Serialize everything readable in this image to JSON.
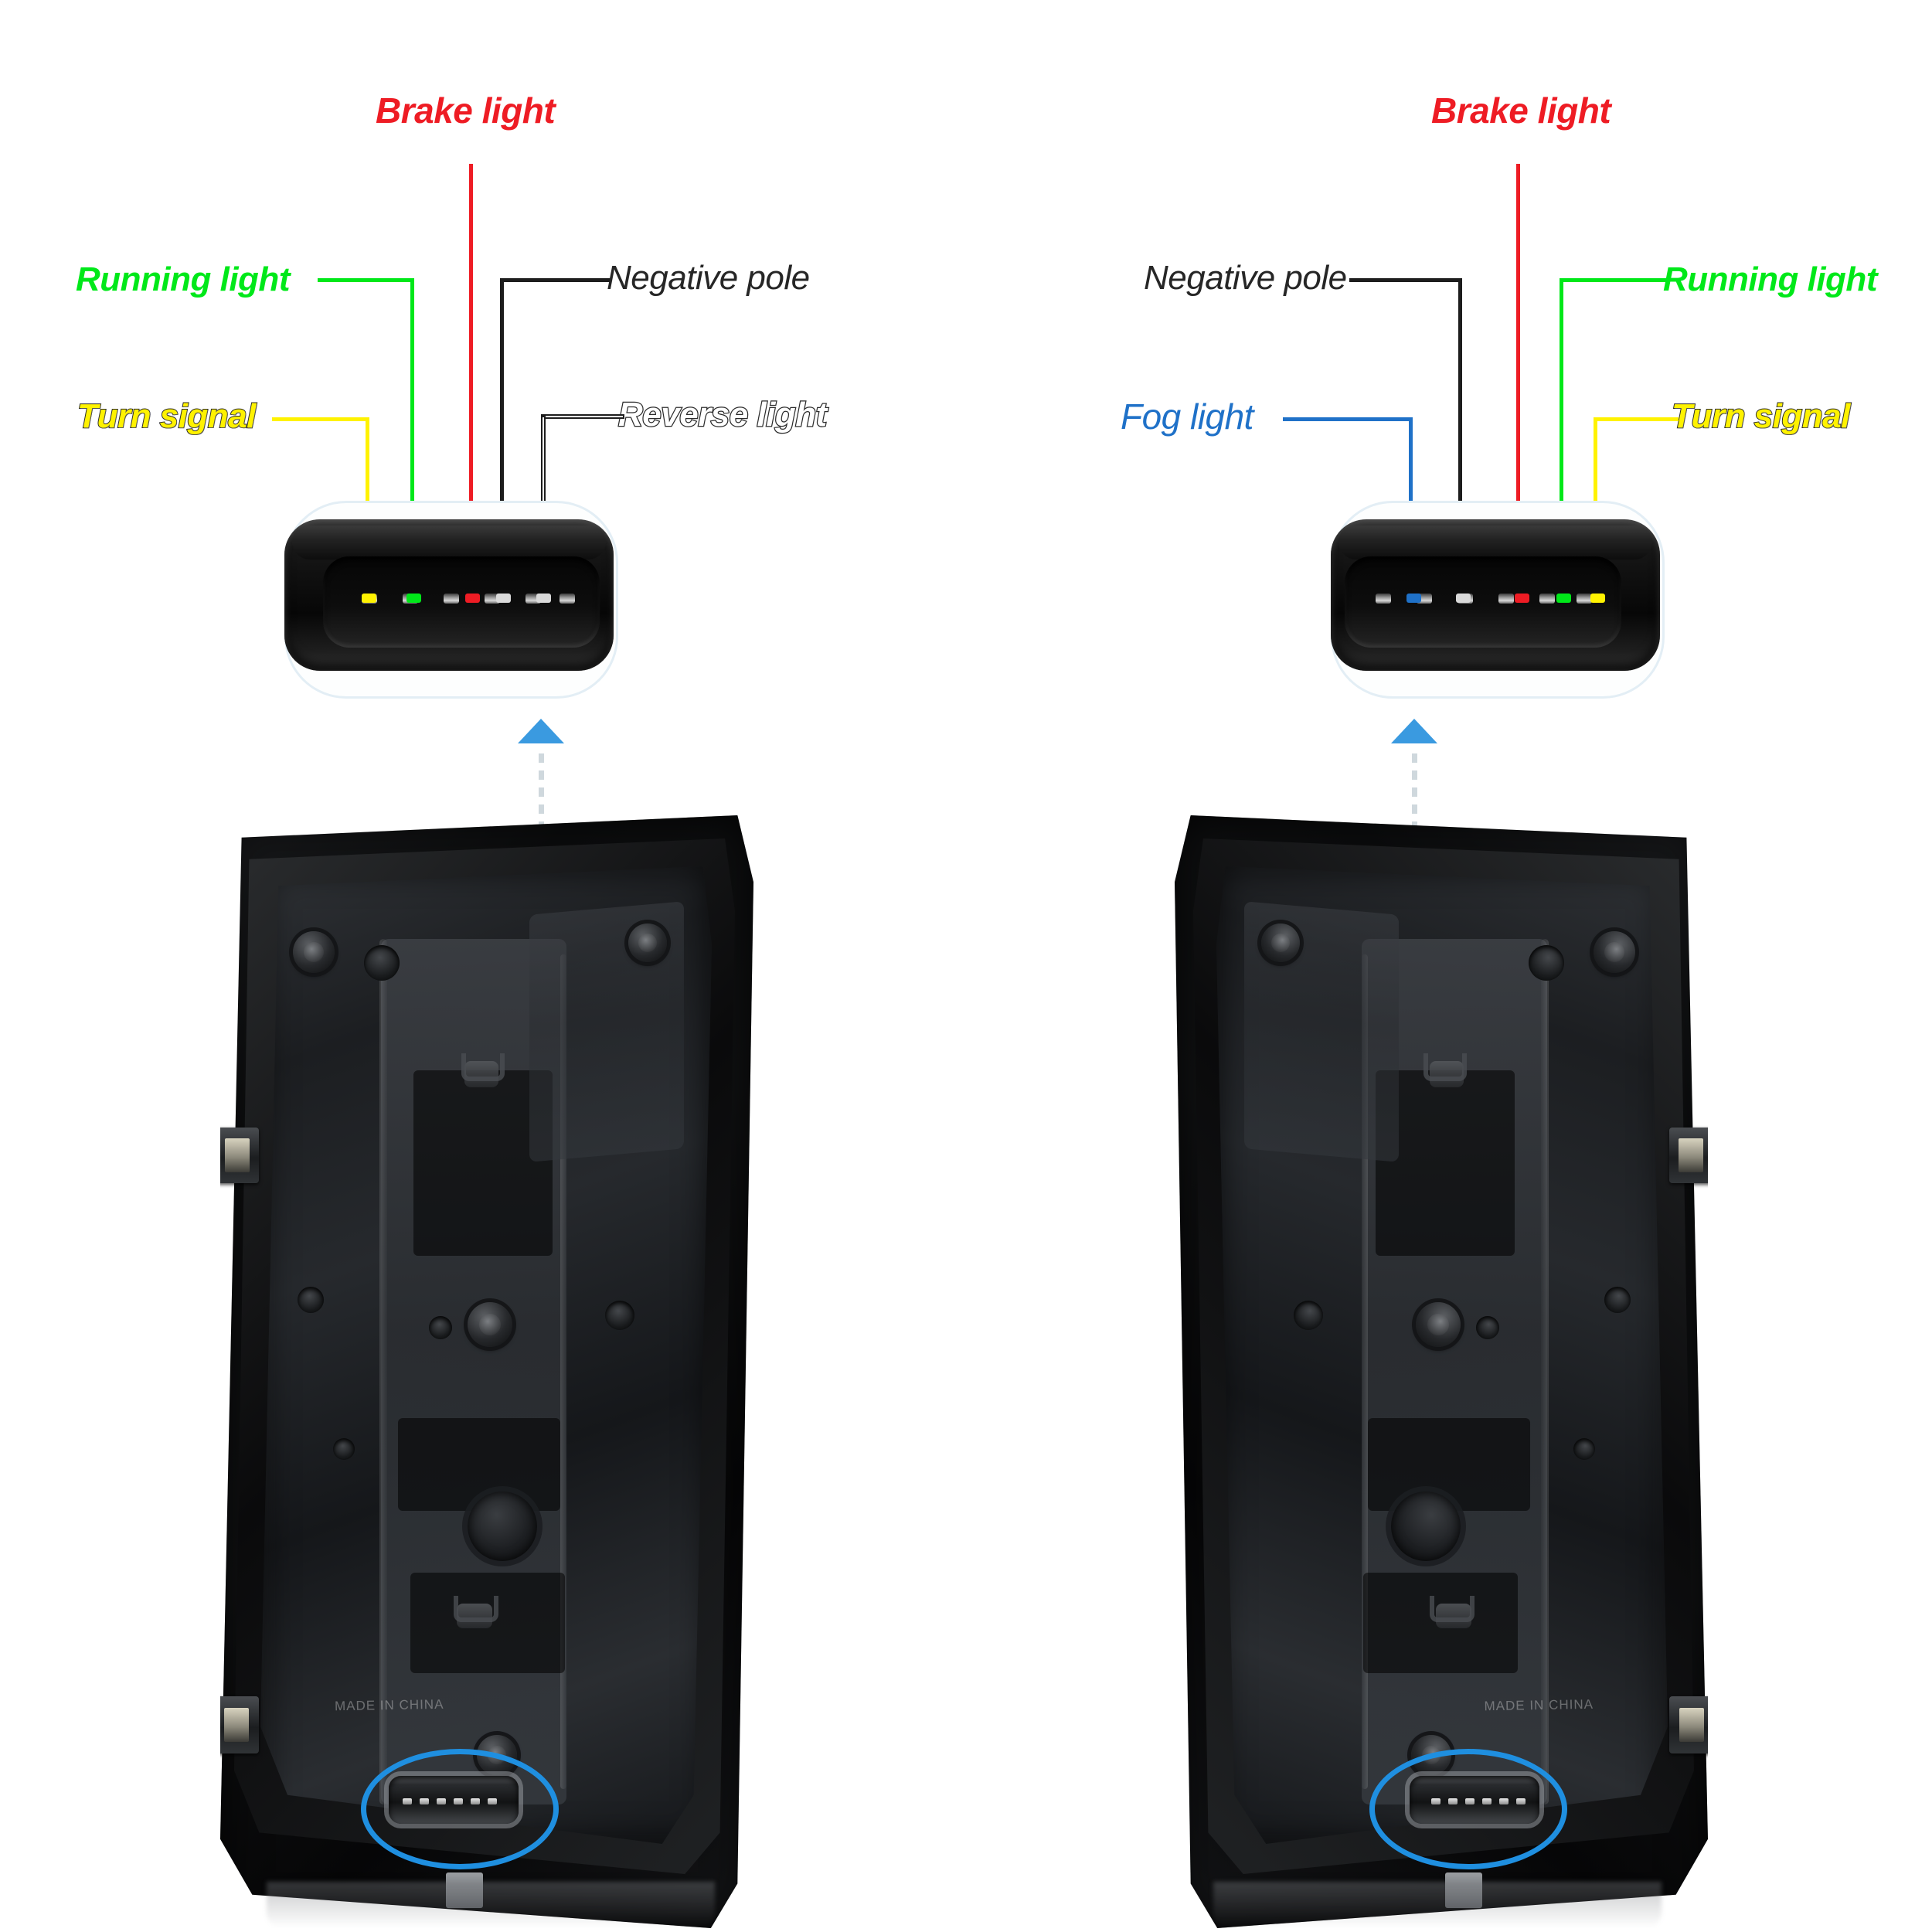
{
  "diagram": {
    "title_semantic": "tail-light-connector-pinout",
    "colors": {
      "brake": "#ee1c24",
      "running": "#00e819",
      "turn": "#fff200",
      "negative": "#262626",
      "reverse": "#ffffff",
      "fog": "#1f71c8",
      "highlight_ellipse": "#1f8fe0",
      "arrow": "#3a9ae0"
    },
    "panels": [
      {
        "id": "left",
        "name": "left-tail-light-panel",
        "labels": [
          {
            "key": "brake",
            "text": "Brake light",
            "style": "red"
          },
          {
            "key": "running",
            "text": "Running light",
            "style": "green"
          },
          {
            "key": "turn",
            "text": "Turn signal",
            "style": "yellow"
          },
          {
            "key": "negative",
            "text": "Negative pole",
            "style": "black"
          },
          {
            "key": "reverse",
            "text": "Reverse light",
            "style": "outline"
          }
        ],
        "pin_order": [
          "turn",
          "running",
          "brake",
          "negative",
          "reverse"
        ],
        "pin_count": 6,
        "housing_text": "MADE IN CHINA"
      },
      {
        "id": "right",
        "name": "right-tail-light-panel",
        "labels": [
          {
            "key": "brake",
            "text": "Brake light",
            "style": "red"
          },
          {
            "key": "negative",
            "text": "Negative pole",
            "style": "black"
          },
          {
            "key": "fog",
            "text": "Fog light",
            "style": "blue"
          },
          {
            "key": "running",
            "text": "Running light",
            "style": "green"
          },
          {
            "key": "turn",
            "text": "Turn signal",
            "style": "yellow"
          }
        ],
        "pin_order": [
          "fog",
          "negative",
          "brake",
          "running",
          "turn"
        ],
        "pin_count": 6,
        "housing_text": "MADE IN CHINA"
      }
    ]
  }
}
